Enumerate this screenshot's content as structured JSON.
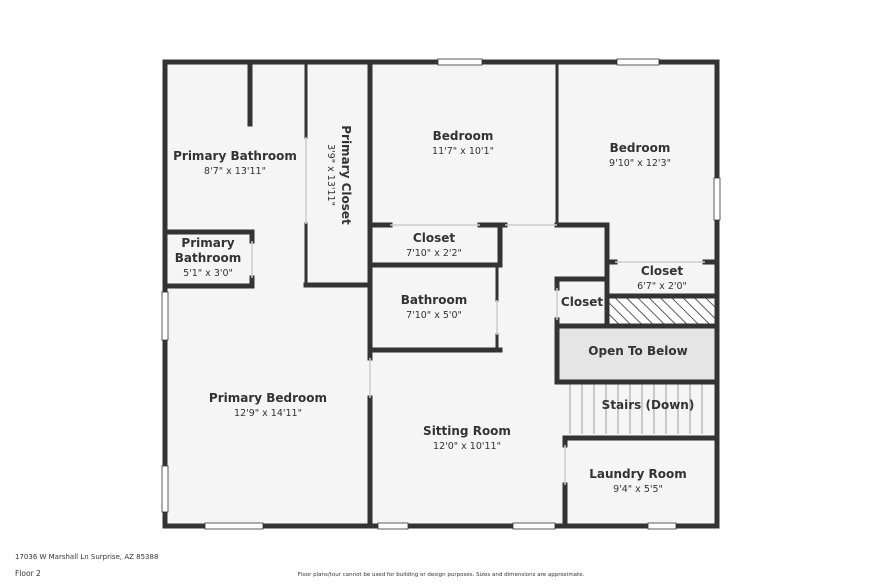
{
  "colors": {
    "wall": "#333333",
    "floor": "#f5f5f5",
    "window": "#ffffff",
    "text": "#333333",
    "open_to_below": "#e5e5e5"
  },
  "rooms": {
    "primary_bathroom": {
      "name": "Primary Bathroom",
      "dim": "8'7\" x 13'11\""
    },
    "primary_closet": {
      "name": "Primary Closet",
      "dim": "3'9\" x 13'11\""
    },
    "bedroom_1": {
      "name": "Bedroom",
      "dim": "11'7\" x 10'1\""
    },
    "bedroom_2": {
      "name": "Bedroom",
      "dim": "9'10\" x 12'3\""
    },
    "closet_1": {
      "name": "Closet",
      "dim": "7'10\" x 2'2\""
    },
    "primary_bathroom_small": {
      "name_line1": "Primary",
      "name_line2": "Bathroom",
      "dim": "5'1\" x 3'0\""
    },
    "closet_2": {
      "name": "Closet",
      "dim": "6'7\" x 2'0\""
    },
    "bathroom": {
      "name": "Bathroom",
      "dim": "7'10\" x 5'0\""
    },
    "closet_3": {
      "name": "Closet"
    },
    "open_to_below": {
      "name": "Open To Below"
    },
    "primary_bedroom": {
      "name": "Primary Bedroom",
      "dim": "12'9\" x 14'11\""
    },
    "stairs": {
      "name": "Stairs (Down)"
    },
    "sitting_room": {
      "name": "Sitting Room",
      "dim": "12'0\" x 10'11\""
    },
    "laundry_room": {
      "name": "Laundry Room",
      "dim": "9'4\" x 5'5\""
    }
  },
  "footer": {
    "address": "17036 W Marshall Ln Surprise, AZ 85388",
    "floor": "Floor 2",
    "disclaimer": "Floor plans/tour cannot be used for building or design purposes. Sizes and dimensions are approximate."
  }
}
